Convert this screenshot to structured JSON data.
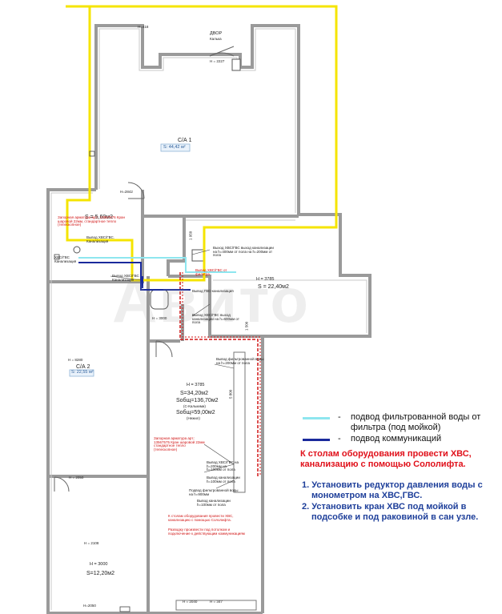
{
  "plan": {
    "courtyard": {
      "title": "ДВОР",
      "sub": "Калька"
    },
    "room_ca1": {
      "name": "С/А 1",
      "area": "S: 44,42 м²"
    },
    "room_ca2": {
      "name": "С/А 2",
      "area": "S: 22,55 м²"
    },
    "room_top_right": {
      "height": "H = 3785",
      "area": "S = 22,40м2"
    },
    "room_left_top": {
      "area": "S = 5,60м2"
    },
    "room_center": {
      "height": "H = 3785",
      "area": "S=34,20м2",
      "total": "Sобщ=136,70м2",
      "total_note": "(С-Калькими)",
      "total2": "Sобщ=59,00м2",
      "total2_note": "(Нежил)"
    },
    "room_bottom": {
      "height": "H = 3000",
      "area": "S=12,20м2"
    },
    "small_labels": {
      "h_top_left": "Н=418",
      "h_door": "H = 2227",
      "h_left": "H=2842",
      "h_left2": "H = 8280",
      "h_small": "H = 3000",
      "h_corr": "H = 2050",
      "h_bottom_left": "H = 2108",
      "h_bottom": "H=2050",
      "h_bottom2": "H = 2040",
      "h_bottom3": "H = 347",
      "dim_1": "1 950",
      "dim_2": "5 800",
      "dim_3": "1 500"
    },
    "annotations": {
      "a1": "Запорная арматура арт.: 13567576 Кран шаровой 22мм, стандартное тепло (телескопное)",
      "a2": "Вывод ХВС/ГВС. Канализация",
      "a3": "ХВС/ГВС Канализация",
      "a4": "Вывод ХВС/ГВС Канализация",
      "a5": "Выход ХВС/ГВС выход канализации на h=400мм от пола на h=200мм от пола",
      "a6": "Вывод ХВС/ГВС от фильтра",
      "a7": "Вывод ГВС-канализация",
      "a8": "Вывод ХВС/ГВС выход канализации на h=600мм от пола",
      "a9": "Вывод фильтрованной воды на h=200мм от пола",
      "a10": "Запорная арматура арт.: 13567575 Кран шаровой 22мм стандартное тепло (телескопное)",
      "a11": "Вывод ХВС/ГВС на h=200мм на h=100мм от пола",
      "a12": "Вывод канализации h=100мм от пола",
      "a13": "Подвод фильтрованной воды на h=900мм",
      "a14": "Вывод канализации h=100мм от пола",
      "a15": "К столам оборудования провести ХВС, канализацию с помощью Сололифта.",
      "a16": "Разводку произвести под потолком и подключение к действующим коммуникациям"
    }
  },
  "legend": {
    "filtered": "подвод фильтрованной воды от фильтра (под мойкой)",
    "comm": "подвод коммуникаций",
    "filtered_color": "#8ee6ef",
    "comm_color": "#1a2a9c",
    "dash": "-"
  },
  "notes": {
    "title": "К столам оборудования провести ХВС, канализацию с помощью Сололифта.",
    "step1": "1. Установить редуктор давления воды с монометром на ХВС,ГВС.",
    "step2": "2. Установить кран ХВС под мойкой в подсобке и под раковиной в сан узле."
  },
  "watermark": "Авито",
  "colors": {
    "wall": "#9a9a9a",
    "highlight": "#f5e400",
    "pipe_red": "#d11515",
    "pipe_blue": "#1a2a9c",
    "pipe_cyan": "#8ee6ef"
  }
}
